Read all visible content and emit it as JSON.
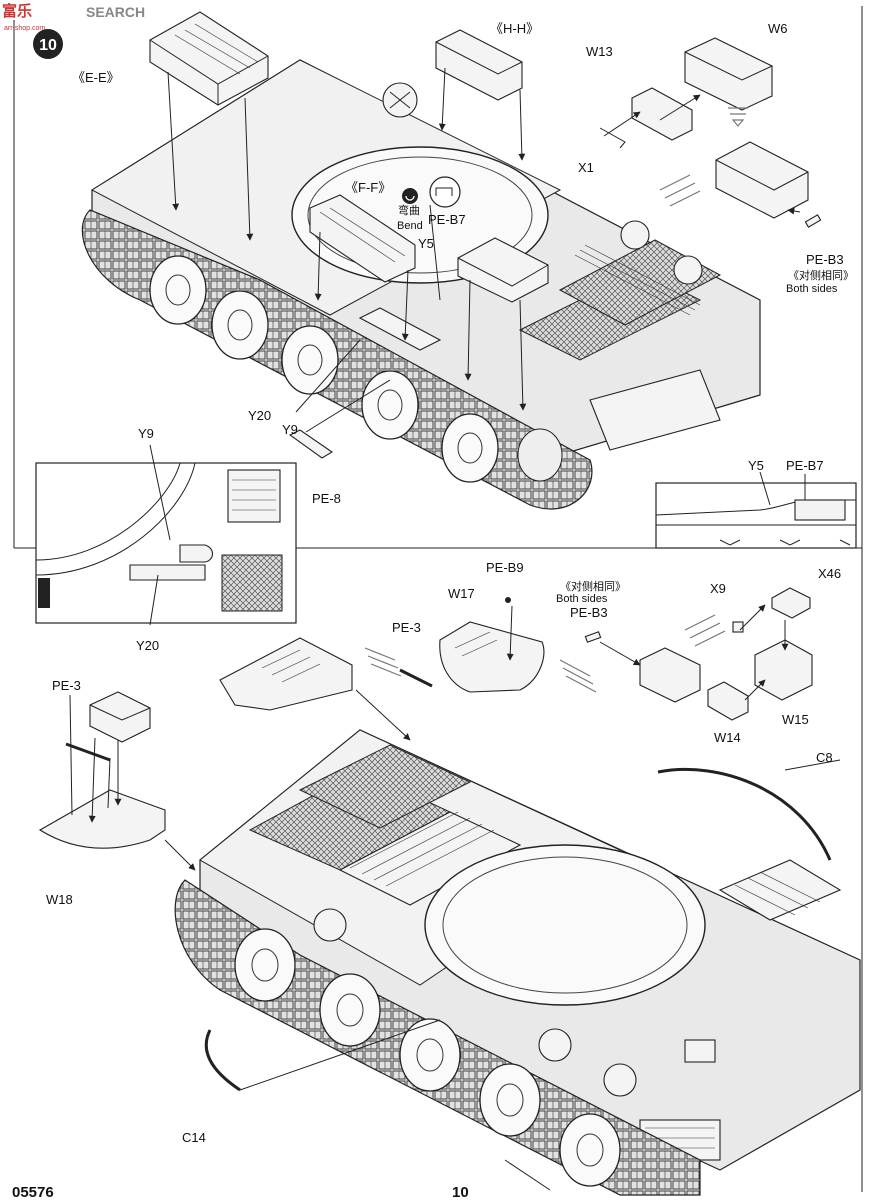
{
  "header": {
    "watermark_hanzi": "富乐",
    "watermark_text": "SEARCH",
    "watermark_url": "arr-shop.com",
    "step_number": "10"
  },
  "footer": {
    "kit_number": "05576",
    "page_number": "10"
  },
  "top_step": {
    "labels": {
      "ee": "《E-E》",
      "hh": "《H-H》",
      "ff": "《F-F》",
      "bend_cn": "弯曲",
      "bend_en": "Bend",
      "pe_b7": "PE-B7",
      "y5": "Y5",
      "w13": "W13",
      "w6": "W6",
      "x1": "X1",
      "pe_b3": "PE-B3",
      "both_cn": "《对侧相同》",
      "both_en": "Both sides",
      "y20": "Y20",
      "y9": "Y9",
      "pe_8": "PE-8"
    },
    "inset_left": {
      "y9": "Y9",
      "y20": "Y20"
    },
    "inset_right": {
      "y5": "Y5",
      "pe_b7": "PE-B7"
    }
  },
  "bottom_step": {
    "labels": {
      "pe_b9": "PE-B9",
      "w17": "W17",
      "pe_3_top": "PE-3",
      "both_cn": "《对侧相同》",
      "both_en": "Both sides",
      "pe_b3": "PE-B3",
      "x9": "X9",
      "x46": "X46",
      "w14": "W14",
      "w15": "W15",
      "pe_3_left": "PE-3",
      "w18": "W18",
      "c8": "C8",
      "c14": "C14"
    }
  }
}
